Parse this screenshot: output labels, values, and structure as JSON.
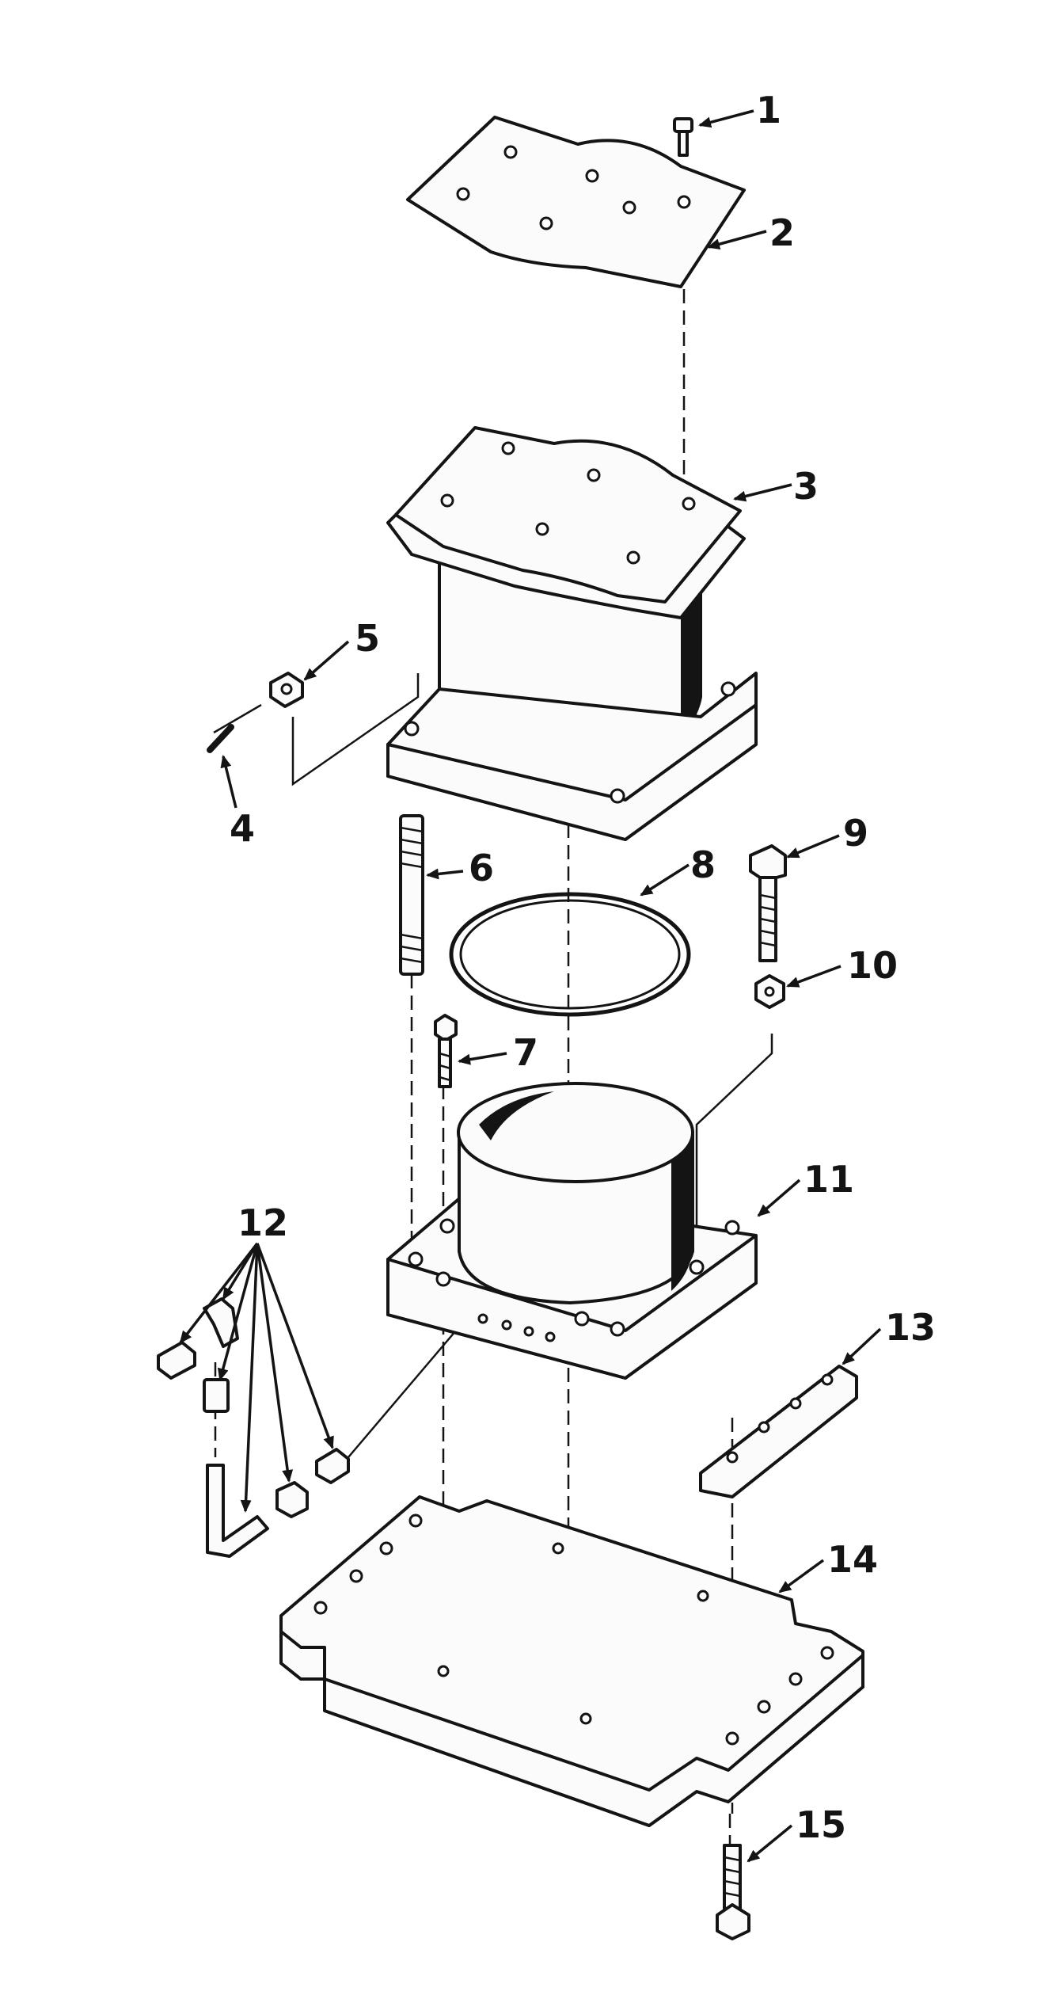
{
  "callouts": [
    {
      "id": "1",
      "label": "1"
    },
    {
      "id": "2",
      "label": "2"
    },
    {
      "id": "3",
      "label": "3"
    },
    {
      "id": "4",
      "label": "4"
    },
    {
      "id": "5",
      "label": "5"
    },
    {
      "id": "6",
      "label": "6"
    },
    {
      "id": "7",
      "label": "7"
    },
    {
      "id": "8",
      "label": "8"
    },
    {
      "id": "9",
      "label": "9"
    },
    {
      "id": "10",
      "label": "10"
    },
    {
      "id": "11",
      "label": "11"
    },
    {
      "id": "12",
      "label": "12"
    },
    {
      "id": "13",
      "label": "13"
    },
    {
      "id": "14",
      "label": "14"
    },
    {
      "id": "15",
      "label": "15"
    }
  ],
  "colors": {
    "ink": "#141414",
    "paper": "#ffffff"
  }
}
